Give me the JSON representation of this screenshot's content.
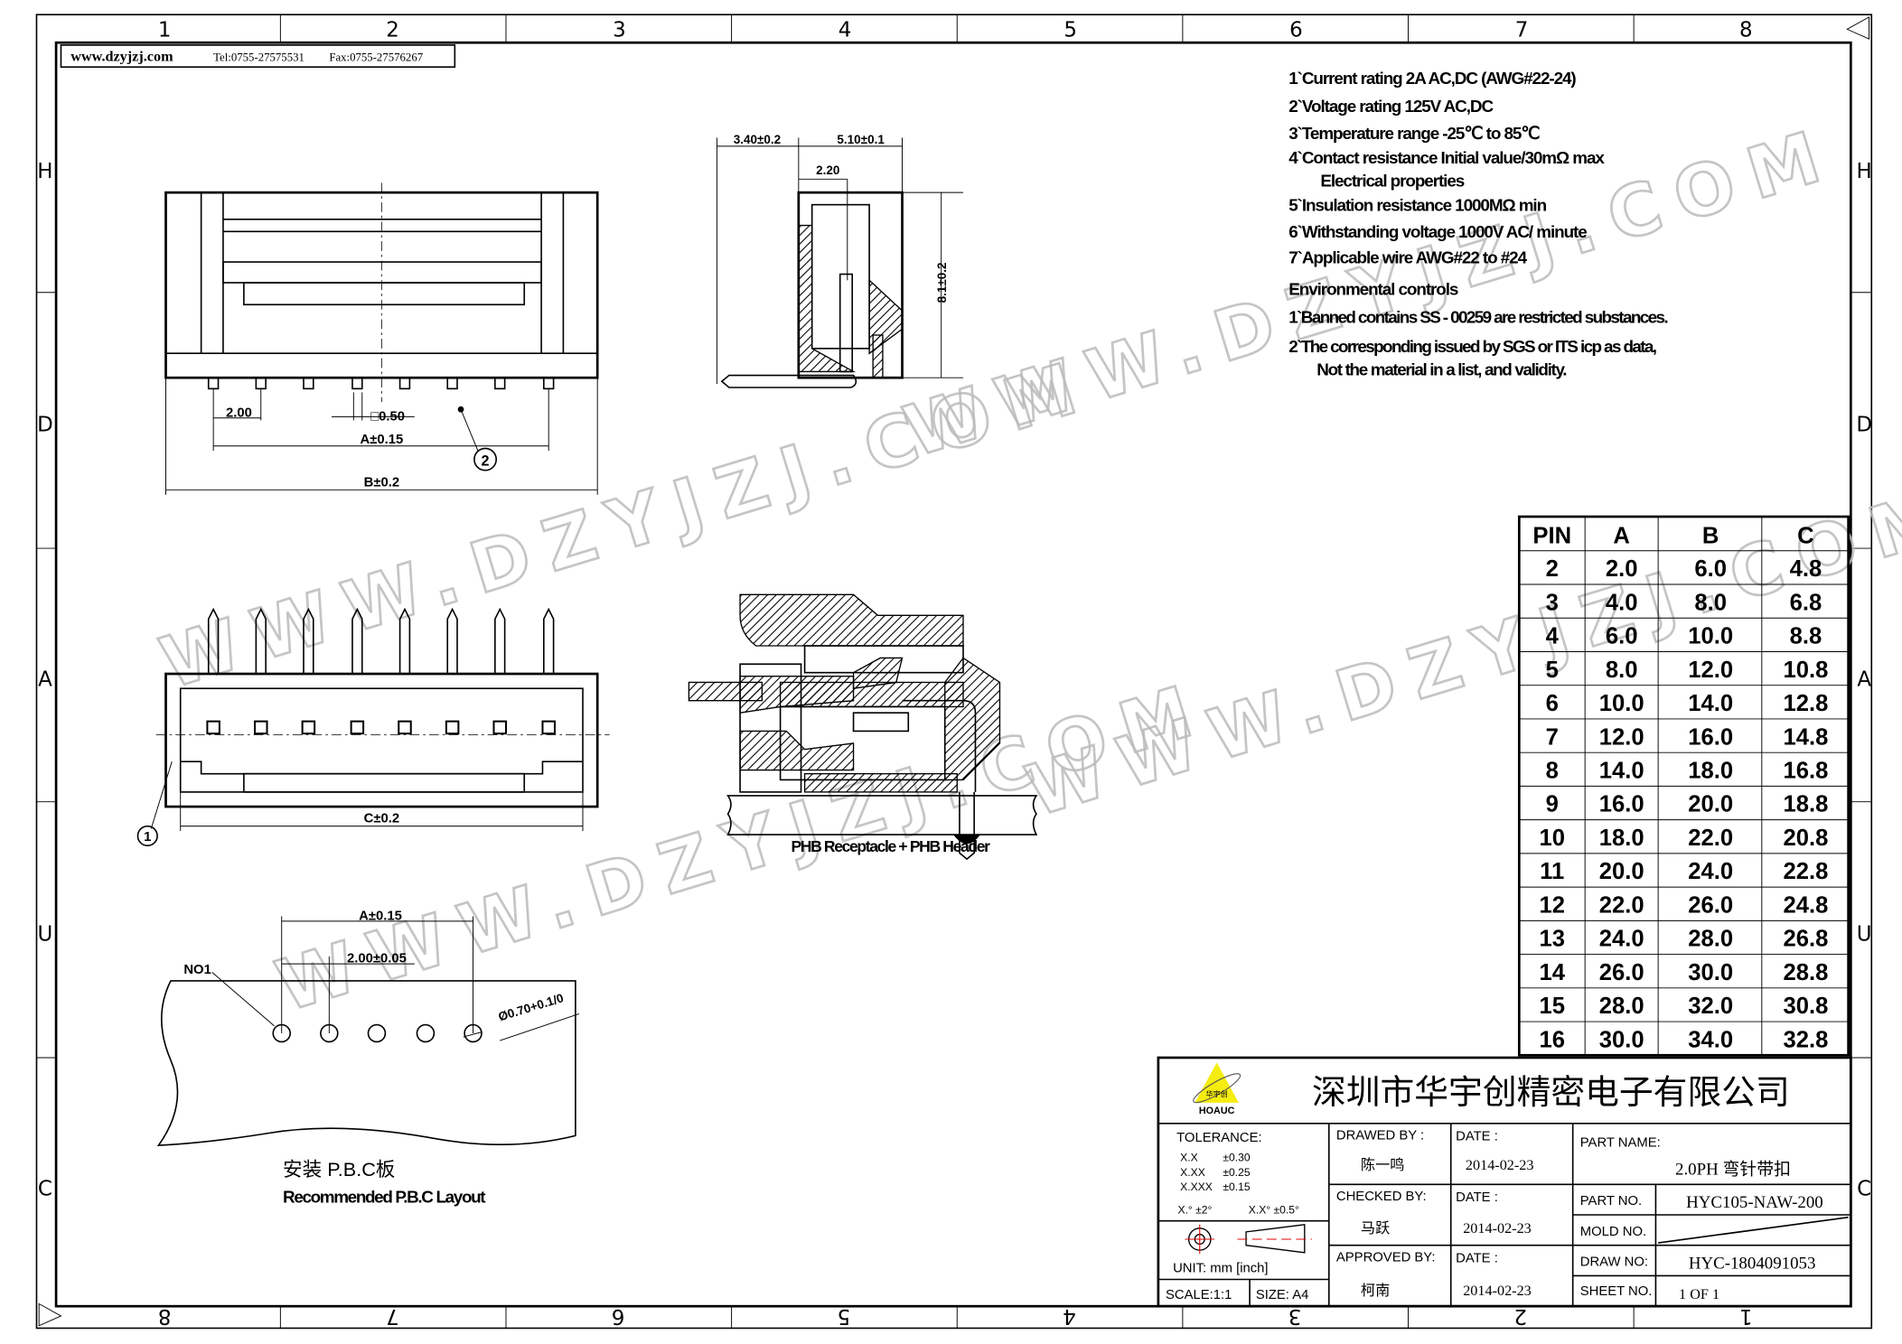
{
  "header": {
    "website": "www.dzyjzj.com",
    "tel": "Tel:0755-27575531",
    "fax": "Fax:0755-27576267"
  },
  "zones": {
    "columns": [
      "1",
      "2",
      "3",
      "4",
      "5",
      "6",
      "7",
      "8"
    ],
    "rows": [
      "H",
      "D",
      "A",
      "U",
      "C"
    ]
  },
  "watermark": "WWW.DZYJZJ.COM",
  "specs": [
    "1`Current rating 2A AC,DC (AWG#22-24)",
    "2`Voltage rating 125V AC,DC",
    "3`Temperature range -25℃ to 85℃",
    "4`Contact resistance Initial value/30mΩ max",
    "Electrical properties",
    "5`Insulation resistance 1000MΩ min",
    "6`Withstanding voltage 1000V AC/ minute",
    "7`Applicable wire AWG#22 to #24"
  ],
  "env_title": "Environmental controls",
  "env": [
    "1`Banned contains SS - 00259 are restricted substances.",
    "2`The corresponding issued by SGS or ITS icp as data,",
    "Not the material in a list, and validity."
  ],
  "pin_table": {
    "headers": [
      "PIN",
      "A",
      "B",
      "C"
    ],
    "rows": [
      [
        "2",
        "2.0",
        "6.0",
        "4.8"
      ],
      [
        "3",
        "4.0",
        "8.0",
        "6.8"
      ],
      [
        "4",
        "6.0",
        "10.0",
        "8.8"
      ],
      [
        "5",
        "8.0",
        "12.0",
        "10.8"
      ],
      [
        "6",
        "10.0",
        "14.0",
        "12.8"
      ],
      [
        "7",
        "12.0",
        "16.0",
        "14.8"
      ],
      [
        "8",
        "14.0",
        "18.0",
        "16.8"
      ],
      [
        "9",
        "16.0",
        "20.0",
        "18.8"
      ],
      [
        "10",
        "18.0",
        "22.0",
        "20.8"
      ],
      [
        "11",
        "20.0",
        "24.0",
        "22.8"
      ],
      [
        "12",
        "22.0",
        "26.0",
        "24.8"
      ],
      [
        "13",
        "24.0",
        "28.0",
        "26.8"
      ],
      [
        "14",
        "26.0",
        "30.0",
        "28.8"
      ],
      [
        "15",
        "28.0",
        "32.0",
        "30.8"
      ],
      [
        "16",
        "30.0",
        "34.0",
        "32.8"
      ]
    ]
  },
  "dims": {
    "top_pitch": "2.00",
    "pin_sq": "□0.50",
    "a": "A±0.15",
    "b": "B±0.2",
    "c": "C±0.2",
    "side_w1": "3.40±0.2",
    "side_w2": "5.10±0.1",
    "side_w3": "2.20",
    "side_h": "8.1±0.2",
    "pcb_a": "A±0.15",
    "pcb_pitch": "2.00±0.05",
    "hole": "Ø0.70+0.1/0",
    "no1": "NO1",
    "balloon1": "1",
    "balloon2": "2"
  },
  "section_label": "PHB Receptacle + PHB Header",
  "pcb_label_cn": "安装 P.B.C板",
  "pcb_label_en": "Recommended P.B.C Layout",
  "title_block": {
    "logo_text": "HOAUC",
    "logo_cn": "华宇创",
    "company": "深圳市华宇创精密电子有限公司",
    "tolerance_label": "TOLERANCE:",
    "tolerances": [
      [
        "X.X",
        "±0.30"
      ],
      [
        "X.XX",
        "±0.25"
      ],
      [
        "X.XXX",
        "±0.15"
      ]
    ],
    "angle_tol": [
      "X.° ±2°",
      "X.X° ±0.5°"
    ],
    "unit": "UNIT:  mm  [inch]",
    "scale": "SCALE:1:1",
    "size": "SIZE:  A4",
    "drawed_by_label": "DRAWED BY :",
    "drawed_by": "陈一鸣",
    "checked_by_label": "CHECKED BY:",
    "checked_by": "马跃",
    "approved_by_label": "APPROVED BY:",
    "approved_by": "柯南",
    "date_label": "DATE :",
    "dates": [
      "2014-02-23",
      "2014-02-23",
      "2014-02-23"
    ],
    "part_name_label": "PART NAME:",
    "part_name": "2.0PH 弯针带扣",
    "part_no_label": "PART NO.",
    "part_no": "HYC105-NAW-200",
    "mold_no_label": "MOLD NO.",
    "draw_no_label": "DRAW NO:",
    "draw_no": "HYC-1804091053",
    "sheet_no_label": "SHEET NO.",
    "sheet_no": "1 OF 1"
  },
  "colors": {
    "logo_yellow": "#f5ec12",
    "symbol_red": "#e00000"
  }
}
